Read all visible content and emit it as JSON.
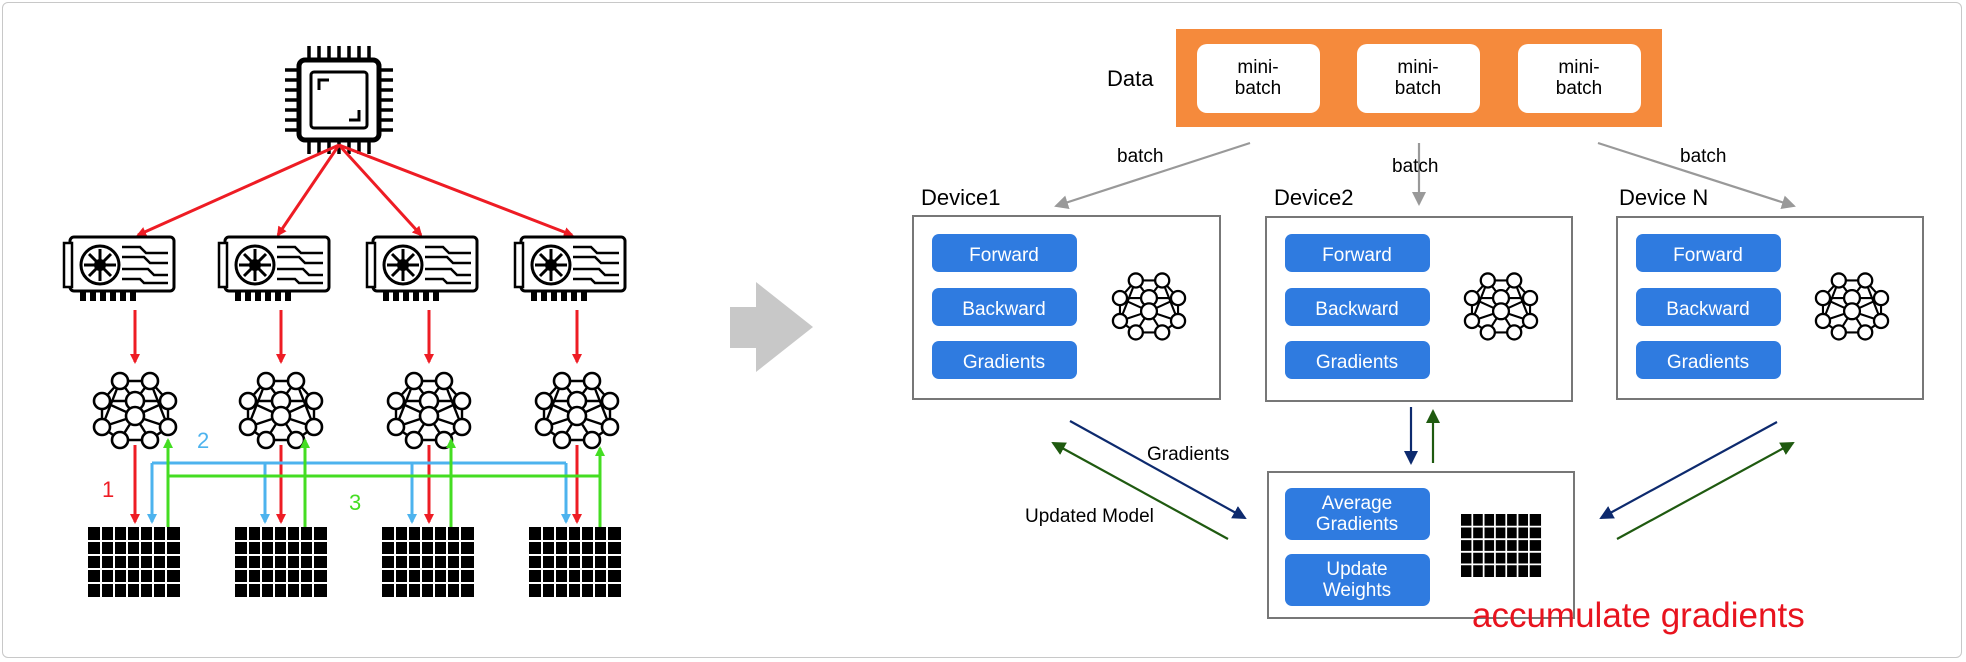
{
  "left_labels": {
    "step1": "1",
    "step2": "2",
    "step3": "3"
  },
  "data_block": {
    "label": "Data",
    "minibatches": [
      "mini-\nbatch",
      "mini-\nbatch",
      "mini-\nbatch"
    ]
  },
  "batch_labels": [
    "batch",
    "batch",
    "batch"
  ],
  "devices": [
    {
      "title": "Device1",
      "buttons": [
        "Forward",
        "Backward",
        "Gradients"
      ]
    },
    {
      "title": "Device2",
      "buttons": [
        "Forward",
        "Backward",
        "Gradients"
      ]
    },
    {
      "title": "Device N",
      "buttons": [
        "Forward",
        "Backward",
        "Gradients"
      ]
    }
  ],
  "aggregator": {
    "buttons": [
      "Average\nGradients",
      "Update\nWeights"
    ],
    "caption": "accumulate gradients"
  },
  "flow_labels": {
    "gradients": "Gradients",
    "updated_model": "Updated Model"
  },
  "colors": {
    "red": "#ee1c24",
    "blue": "#4db3ee",
    "green": "#44dd22",
    "orange": "#f58a3c",
    "button": "#2f7be0",
    "navy": "#0d2a6e",
    "darkgreen": "#1f5a10",
    "caption": "#e8131e"
  }
}
